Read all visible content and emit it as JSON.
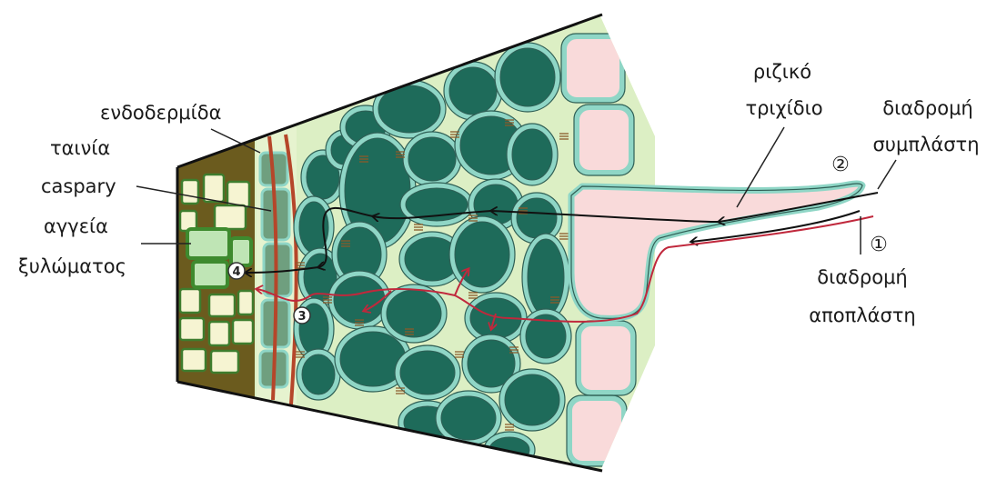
{
  "labels": {
    "endodermis": "ενδοδερμίδα",
    "casparian_line1": "ταινία",
    "casparian_line2": "caspary",
    "xylem_line1": "αγγεία",
    "xylem_line2": "ξυλώματος",
    "root_hair_line1": "ριζικό",
    "root_hair_line2": "τριχίδιο",
    "symplast_line1": "διαδρομή",
    "symplast_line2": "συμπλάστη",
    "apoplast_line1": "διαδρομή",
    "apoplast_line2": "αποπλάστη"
  },
  "markers": [
    "①",
    "②",
    "3",
    "4"
  ],
  "colors": {
    "cell_fill": "#1e6b5a",
    "cell_wall": "#8fd6c6",
    "cell_wall_edge": "#2f5f55",
    "intercellular": "#dcefc4",
    "epidermis_fill": "#f9dada",
    "stele_dark": "#6b5b1e",
    "stele_light": "#f6f4d2",
    "xylem_light": "#bfe5b5",
    "casparian_strip": "#b5462a",
    "apoplast_path": "#c0283c",
    "symplast_path": "#111111"
  }
}
